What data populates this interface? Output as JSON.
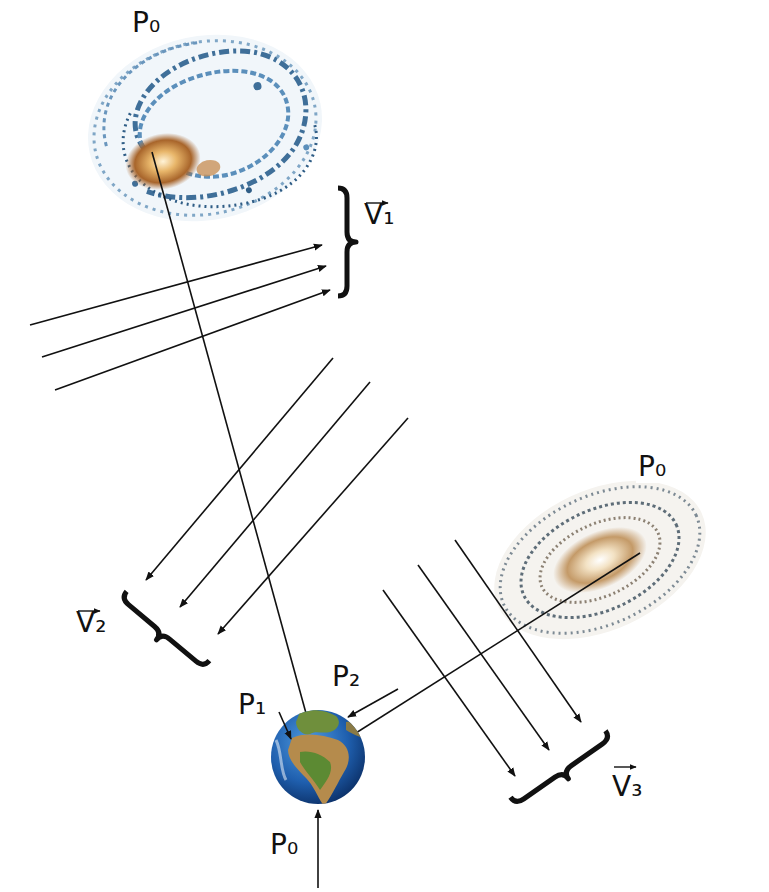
{
  "diagram": {
    "labels": [
      "P₀",
      "V₁",
      "V₂",
      "V₃",
      "P₀",
      "P₁",
      "P₂",
      "P₀"
    ]
  }
}
